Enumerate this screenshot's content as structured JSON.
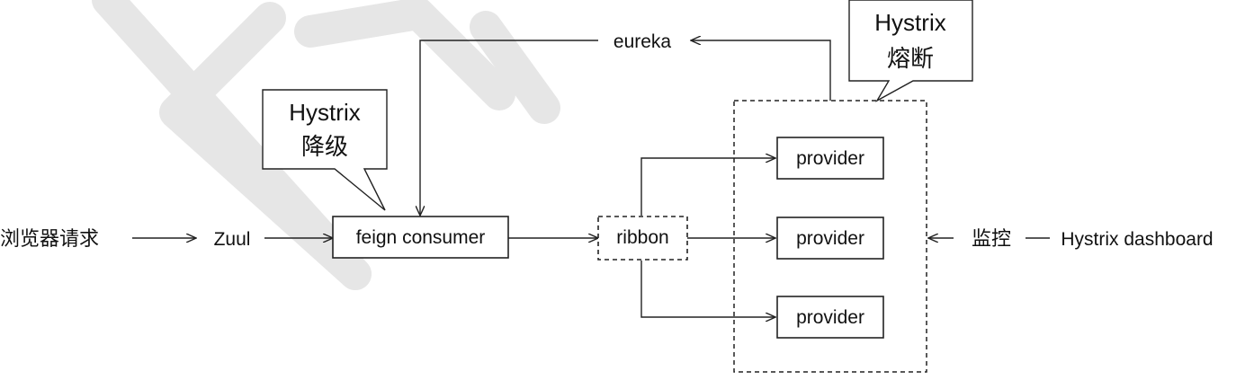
{
  "diagram": {
    "browser_request": "浏览器请求",
    "zuul": "Zuul",
    "feign_consumer": "feign consumer",
    "ribbon": "ribbon",
    "eureka": "eureka",
    "providers": [
      "provider",
      "provider",
      "provider"
    ],
    "monitor": "监控",
    "dashboard": "Hystrix dashboard",
    "callout_degrade": {
      "line1": "Hystrix",
      "line2": "降级"
    },
    "callout_breaker": {
      "line1": "Hystrix",
      "line2": "熔断"
    }
  }
}
